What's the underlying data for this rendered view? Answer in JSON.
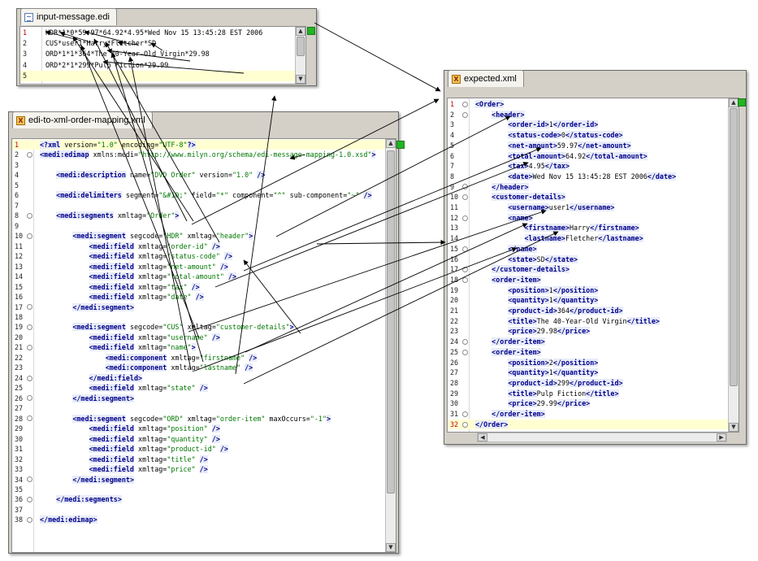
{
  "edi_panel": {
    "tab_label": "input-message.edi",
    "lines": [
      {
        "n": "1",
        "text": "HDR*1*0*59.97*64.92*4.95*Wed Nov 15 13:45:28 EST 2006"
      },
      {
        "n": "2",
        "text": "CUS*user1*Harry*Fletcher*SD"
      },
      {
        "n": "3",
        "text": "ORD*1*1*364*The 40-Year-Old Virgin*29.98"
      },
      {
        "n": "4",
        "text": "ORD*2*1*299*Pulp Fiction*29.99"
      },
      {
        "n": "5",
        "text": ""
      }
    ]
  },
  "mapping_panel": {
    "tab_label": "edi-to-xml-order-mapping.xml",
    "lines": [
      {
        "n": "1",
        "text": "<?xml version=\"1.0\" encoding=\"UTF-8\"?>"
      },
      {
        "n": "2",
        "text": "<medi:edimap xmlns:medi=\"http://www.milyn.org/schema/edi-message-mapping-1.0.xsd\">"
      },
      {
        "n": "3",
        "text": ""
      },
      {
        "n": "4",
        "text": "    <medi:description name=\"DVD Order\" version=\"1.0\" />"
      },
      {
        "n": "5",
        "text": ""
      },
      {
        "n": "6",
        "text": "    <medi:delimiters segment=\"&#10;\" field=\"*\" component=\"^\" sub-component=\"~\" />"
      },
      {
        "n": "7",
        "text": ""
      },
      {
        "n": "8",
        "text": "    <medi:segments xmltag=\"Order\">"
      },
      {
        "n": "9",
        "text": ""
      },
      {
        "n": "10",
        "text": "        <medi:segment segcode=\"HDR\" xmltag=\"header\">"
      },
      {
        "n": "11",
        "text": "            <medi:field xmltag=\"order-id\" />"
      },
      {
        "n": "12",
        "text": "            <medi:field xmltag=\"status-code\" />"
      },
      {
        "n": "13",
        "text": "            <medi:field xmltag=\"net-amount\" />"
      },
      {
        "n": "14",
        "text": "            <medi:field xmltag=\"total-amount\" />"
      },
      {
        "n": "15",
        "text": "            <medi:field xmltag=\"tax\" />"
      },
      {
        "n": "16",
        "text": "            <medi:field xmltag=\"date\" />"
      },
      {
        "n": "17",
        "text": "        </medi:segment>"
      },
      {
        "n": "18",
        "text": ""
      },
      {
        "n": "19",
        "text": "        <medi:segment segcode=\"CUS\" xmltag=\"customer-details\">"
      },
      {
        "n": "20",
        "text": "            <medi:field xmltag=\"username\" />"
      },
      {
        "n": "21",
        "text": "            <medi:field xmltag=\"name\">"
      },
      {
        "n": "22",
        "text": "                <medi:component xmltag=\"firstname\" />"
      },
      {
        "n": "23",
        "text": "                <medi:component xmltag=\"lastname\" />"
      },
      {
        "n": "24",
        "text": "            </medi:field>"
      },
      {
        "n": "25",
        "text": "            <medi:field xmltag=\"state\" />"
      },
      {
        "n": "26",
        "text": "        </medi:segment>"
      },
      {
        "n": "27",
        "text": ""
      },
      {
        "n": "28",
        "text": "        <medi:segment segcode=\"ORD\" xmltag=\"order-item\" maxOccurs=\"-1\">"
      },
      {
        "n": "29",
        "text": "            <medi:field xmltag=\"position\" />"
      },
      {
        "n": "30",
        "text": "            <medi:field xmltag=\"quantity\" />"
      },
      {
        "n": "31",
        "text": "            <medi:field xmltag=\"product-id\" />"
      },
      {
        "n": "32",
        "text": "            <medi:field xmltag=\"title\" />"
      },
      {
        "n": "33",
        "text": "            <medi:field xmltag=\"price\" />"
      },
      {
        "n": "34",
        "text": "        </medi:segment>"
      },
      {
        "n": "35",
        "text": ""
      },
      {
        "n": "36",
        "text": "    </medi:segments>"
      },
      {
        "n": "37",
        "text": ""
      },
      {
        "n": "38",
        "text": "</medi:edimap>"
      }
    ]
  },
  "expected_panel": {
    "tab_label": "expected.xml",
    "lines": [
      {
        "n": "1",
        "text": "<Order>"
      },
      {
        "n": "2",
        "text": "    <header>"
      },
      {
        "n": "3",
        "text": "        <order-id>1</order-id>"
      },
      {
        "n": "4",
        "text": "        <status-code>0</status-code>"
      },
      {
        "n": "5",
        "text": "        <net-amount>59.97</net-amount>"
      },
      {
        "n": "6",
        "text": "        <total-amount>64.92</total-amount>"
      },
      {
        "n": "7",
        "text": "        <tax>4.95</tax>"
      },
      {
        "n": "8",
        "text": "        <date>Wed Nov 15 13:45:28 EST 2006</date>"
      },
      {
        "n": "9",
        "text": "    </header>"
      },
      {
        "n": "10",
        "text": "    <customer-details>"
      },
      {
        "n": "11",
        "text": "        <username>user1</username>"
      },
      {
        "n": "12",
        "text": "        <name>"
      },
      {
        "n": "13",
        "text": "            <firstname>Harry</firstname>"
      },
      {
        "n": "14",
        "text": "            <lastname>Fletcher</lastname>"
      },
      {
        "n": "15",
        "text": "        </name>"
      },
      {
        "n": "16",
        "text": "        <state>SD</state>"
      },
      {
        "n": "17",
        "text": "    </customer-details>"
      },
      {
        "n": "18",
        "text": "    <order-item>"
      },
      {
        "n": "19",
        "text": "        <position>1</position>"
      },
      {
        "n": "20",
        "text": "        <quantity>1</quantity>"
      },
      {
        "n": "21",
        "text": "        <product-id>364</product-id>"
      },
      {
        "n": "22",
        "text": "        <title>The 40-Year-Old Virgin</title>"
      },
      {
        "n": "23",
        "text": "        <price>29.98</price>"
      },
      {
        "n": "24",
        "text": "    </order-item>"
      },
      {
        "n": "25",
        "text": "    <order-item>"
      },
      {
        "n": "26",
        "text": "        <position>2</position>"
      },
      {
        "n": "27",
        "text": "        <quantity>1</quantity>"
      },
      {
        "n": "28",
        "text": "        <product-id>299</product-id>"
      },
      {
        "n": "29",
        "text": "        <title>Pulp Fiction</title>"
      },
      {
        "n": "30",
        "text": "        <price>29.99</price>"
      },
      {
        "n": "31",
        "text": "    </order-item>"
      },
      {
        "n": "32",
        "text": "</Order>"
      }
    ]
  },
  "icons": {
    "edi_file": "text-file-icon",
    "xml_file": "xml-file-icon",
    "status_ok": "status-ok-icon",
    "fold": "fold-toggle-icon"
  },
  "colors": {
    "tag": "#00008b",
    "attribute_value": "#007700",
    "current_line": "#ffffd2",
    "line_number_active": "#c00000",
    "status_ok": "#22b422"
  }
}
